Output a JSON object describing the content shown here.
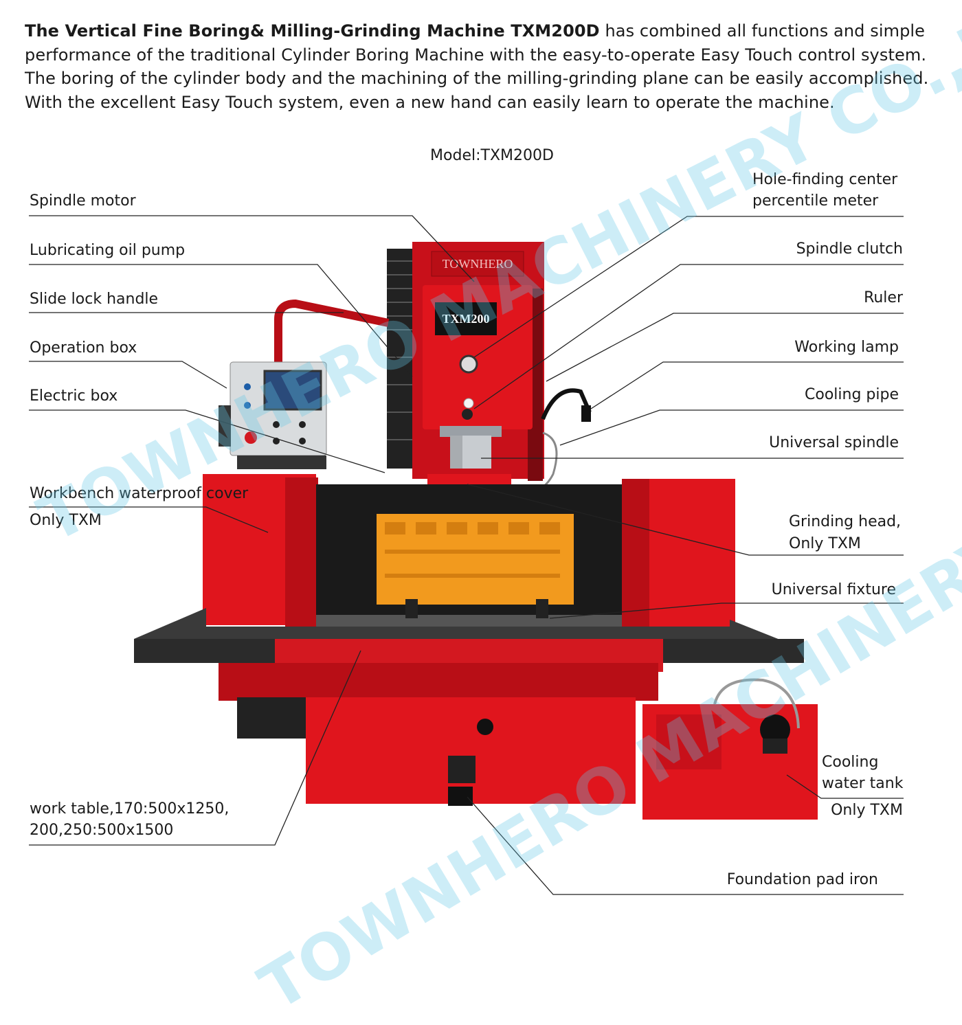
{
  "intro": {
    "bold": "The Vertical Fine Boring& Milling-Grinding Machine TXM200D",
    "text": " has combined all functions and simple performance of the traditional Cylinder Boring Machine with the easy-to-operate  Easy Touch control system. The boring of the cylinder body and the machining of the milling-grinding plane can be easily accomplished. With the excellent Easy Touch system, even a new hand can easily learn to operate the machine."
  },
  "model": "Model:TXM200D",
  "machine": {
    "brand_plate": "TOWNHERO",
    "head_plate": "TXM200"
  },
  "labels": {
    "spindle_motor": "Spindle motor",
    "lubricating_oil_pump": "Lubricating oil pump",
    "slide_lock_handle": "Slide lock handle",
    "operation_box": "Operation box",
    "electric_box": "Electric box",
    "workbench_cover": "Workbench waterproof cover",
    "workbench_only": "Only TXM",
    "work_table_1": "work table,170:500x1250,",
    "work_table_2": "200,250:500x1500",
    "hole_finding_1": "Hole-finding center",
    "hole_finding_2": "percentile meter",
    "spindle_clutch": "Spindle clutch",
    "ruler": "Ruler",
    "working_lamp": "Working lamp",
    "cooling_pipe": "Cooling pipe",
    "universal_spindle": "Universal spindle",
    "grinding_head_1": "Grinding head,",
    "grinding_head_2": "Only TXM",
    "universal_fixture": "Universal fixture",
    "cooling_tank_1": "Cooling",
    "cooling_tank_2": "water tank",
    "cooling_tank_only": "Only TXM",
    "foundation": "Foundation pad iron"
  },
  "watermark": {
    "text_1": "TOWNHERO MACHINERY CO.,LTD.",
    "text_2": "TOWNHERO MACHINERY CO.,LTD."
  },
  "colors": {
    "machine_red": "#d8141c",
    "engine_orange": "#f29a1e",
    "watermark": "#64c8e6"
  }
}
